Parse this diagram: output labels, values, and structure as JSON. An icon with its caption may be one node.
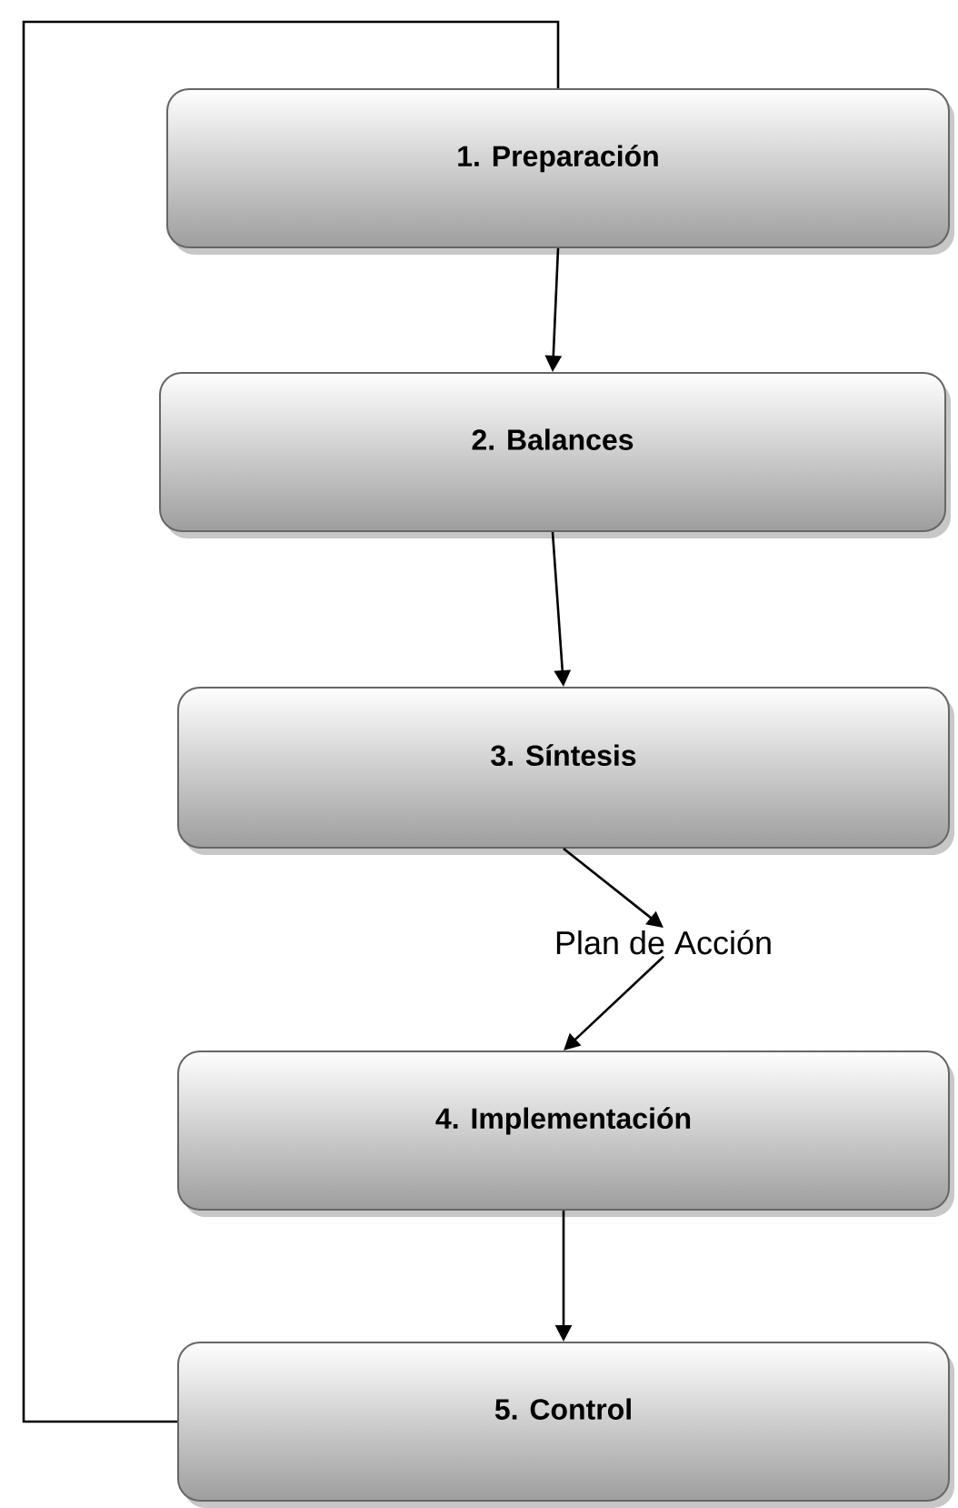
{
  "diagram": {
    "nodes": [
      {
        "text": [
          "1. Preparación"
        ]
      },
      {
        "text": [
          "2. Balances"
        ]
      },
      {
        "text": [
          "3. Síntesis"
        ]
      },
      {
        "text": [
          "Plan de Acción"
        ]
      },
      {
        "text": [
          "4. Implementación"
        ]
      },
      {
        "text": [
          "5. Control"
        ]
      }
    ],
    "edges": [
      {
        "from": 0,
        "to": 1,
        "arrow": "to"
      },
      {
        "from": 1,
        "to": 2,
        "arrow": "to"
      },
      {
        "from": 2,
        "to": 3,
        "arrow": "to"
      },
      {
        "from": 3,
        "to": 4,
        "arrow": "to"
      },
      {
        "from": 4,
        "to": 5,
        "arrow": "to"
      },
      {
        "from": 5,
        "to": 0,
        "arrow": "none"
      }
    ]
  }
}
